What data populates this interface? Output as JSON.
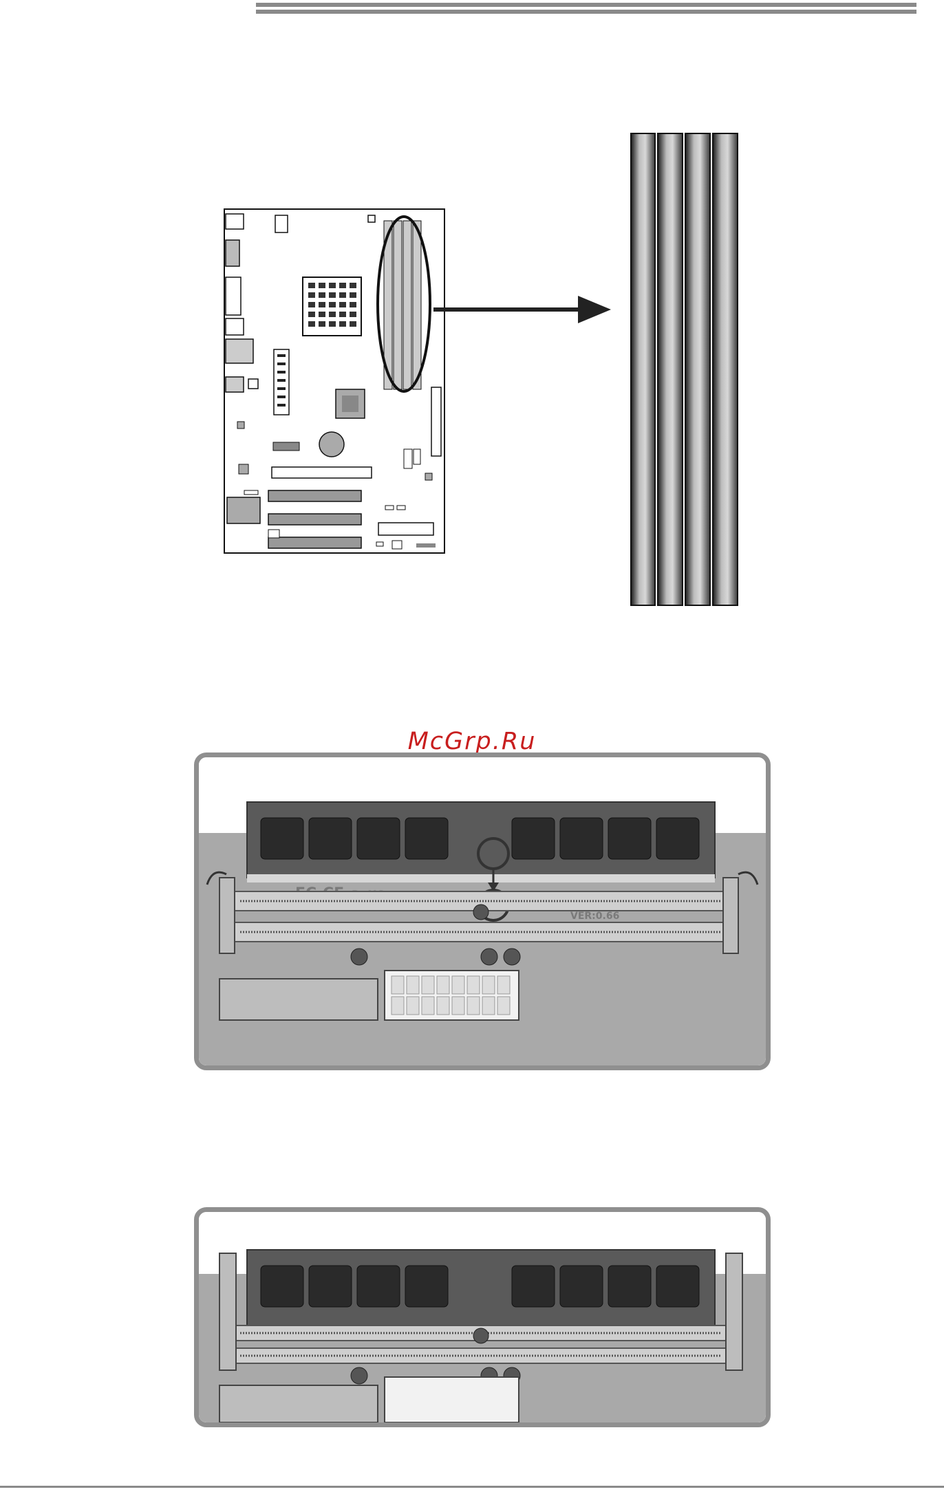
{
  "watermark": {
    "text": "McGrp.Ru",
    "color": "#c81e1e"
  },
  "colors": {
    "rule": "#8a8a8a",
    "photo_frame": "#8f8f8f"
  },
  "motherboard_diagram": {
    "board_marking": "",
    "highlight": "memory-slots",
    "slot_count": 4
  },
  "dimm_slots": {
    "count": 4
  },
  "photo_1": {
    "chip_marking": "VER:0.66",
    "board_logos": [
      "FC",
      "CE",
      "RoHS"
    ],
    "caption": ""
  },
  "photo_2": {
    "caption": ""
  }
}
